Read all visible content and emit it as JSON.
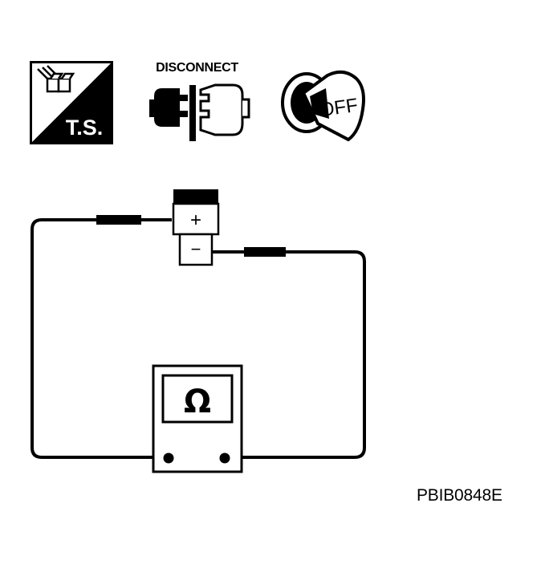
{
  "icons": {
    "ts_label": "T.S.",
    "disconnect_label": "DISCONNECT",
    "ignition_label": "OFF"
  },
  "connector": {
    "plus_label": "+",
    "minus_label": "−"
  },
  "meter": {
    "symbol": "Ω"
  },
  "figure_code": "PBIB0848E"
}
